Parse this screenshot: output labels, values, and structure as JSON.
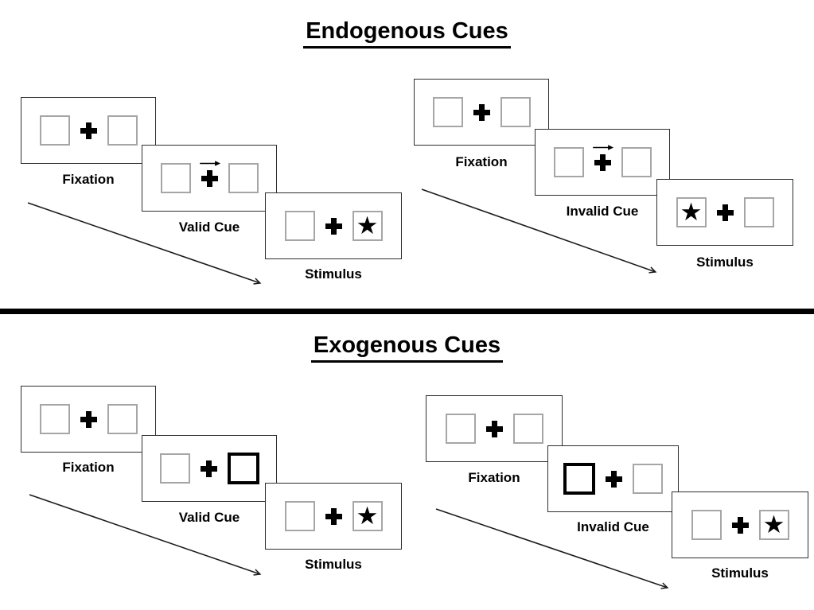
{
  "figure": {
    "kind": "posner-cueing-task-schematic",
    "sections": [
      {
        "title": "Endogenous Cues",
        "trials": [
          {
            "type": "valid",
            "panels": [
              {
                "label": "Fixation",
                "display": "two-empty-boxes-with-central-cross"
              },
              {
                "label": "Valid Cue",
                "display": "central-arrow-pointing-right-above-cross"
              },
              {
                "label": "Stimulus",
                "display": "star-in-right-box"
              }
            ]
          },
          {
            "type": "invalid",
            "panels": [
              {
                "label": "Fixation",
                "display": "two-empty-boxes-with-central-cross"
              },
              {
                "label": "Invalid Cue",
                "display": "central-arrow-pointing-right-above-cross"
              },
              {
                "label": "Stimulus",
                "display": "star-in-left-box"
              }
            ]
          }
        ]
      },
      {
        "title": "Exogenous Cues",
        "trials": [
          {
            "type": "valid",
            "panels": [
              {
                "label": "Fixation",
                "display": "two-empty-boxes-with-central-cross"
              },
              {
                "label": "Valid Cue",
                "display": "right-box-highlighted-thick-border"
              },
              {
                "label": "Stimulus",
                "display": "star-in-right-box"
              }
            ]
          },
          {
            "type": "invalid",
            "panels": [
              {
                "label": "Fixation",
                "display": "two-empty-boxes-with-central-cross"
              },
              {
                "label": "Invalid Cue",
                "display": "left-box-highlighted-thick-border"
              },
              {
                "label": "Stimulus",
                "display": "star-in-right-box"
              }
            ]
          }
        ]
      }
    ]
  },
  "glyphs": {
    "star": "★"
  },
  "colors": {
    "background": "#ffffff",
    "ink": "#000000",
    "panel_border": "#2e2e2e",
    "placeholder_box_border": "#a6a6a6",
    "highlight_box_border": "#000000"
  }
}
